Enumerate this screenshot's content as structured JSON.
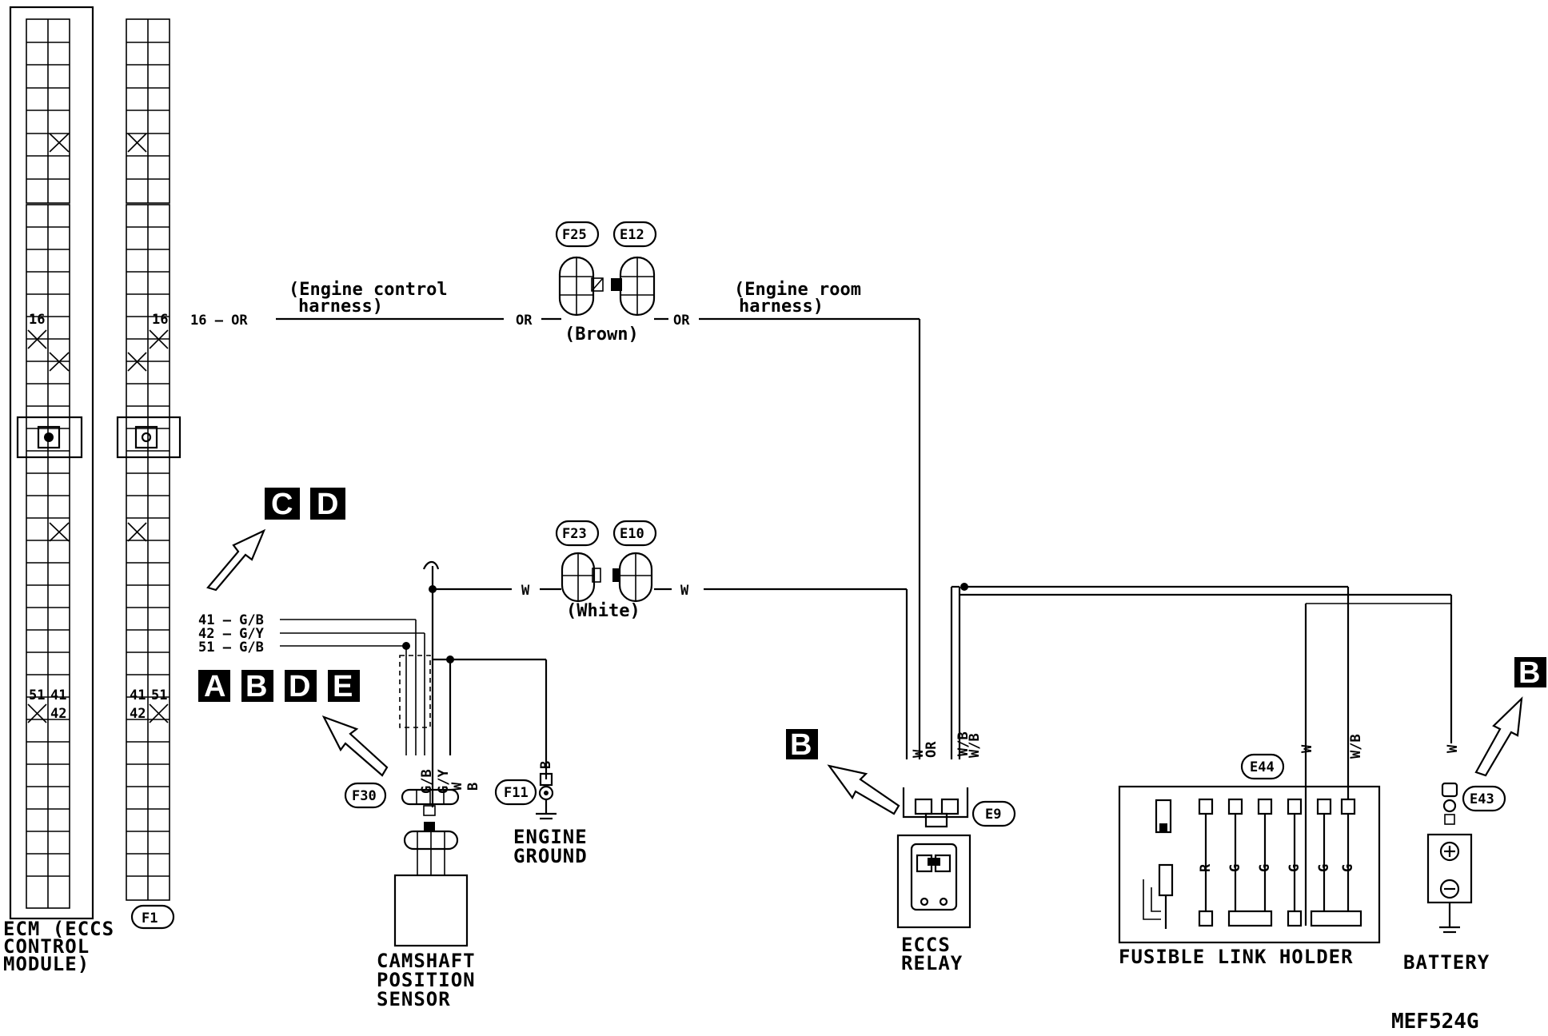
{
  "components": {
    "ecm": [
      "ECM (ECCS",
      "CONTROL",
      "MODULE)"
    ],
    "camshaft": [
      "CAMSHAFT",
      "POSITION",
      "SENSOR"
    ],
    "engine_ground": [
      "ENGINE",
      "GROUND"
    ],
    "eccs_relay": [
      "ECCS",
      "RELAY"
    ],
    "fusible_link_holder": "FUSIBLE LINK HOLDER",
    "battery": "BATTERY"
  },
  "harness": {
    "engine_control": [
      "(Engine control",
      "harness)"
    ],
    "engine_room": [
      "(Engine room",
      "harness)"
    ],
    "brown": "(Brown)",
    "white": "(White)"
  },
  "connectors": {
    "f25": "F25",
    "e12": "E12",
    "f23": "F23",
    "e10": "E10",
    "f30": "F30",
    "f11": "F11",
    "e9": "E9",
    "e44": "E44",
    "e43": "E43",
    "f1": "F1"
  },
  "terminals": {
    "t16": "16",
    "t41": "41",
    "t42": "42",
    "t51": "51",
    "row16": "16 — OR",
    "row41": "41 — G/B",
    "row42": "42 — G/Y",
    "row51": "51 — G/B"
  },
  "wire_colors": {
    "or": "OR",
    "w": "W",
    "wb": "W/B",
    "gb": "G/B",
    "gy": "G/Y",
    "b": "B",
    "r": "R",
    "g": "G"
  },
  "refs": {
    "a": "A",
    "b": "B",
    "c": "C",
    "d": "D",
    "e": "E"
  },
  "figure_code": "MEF524G"
}
